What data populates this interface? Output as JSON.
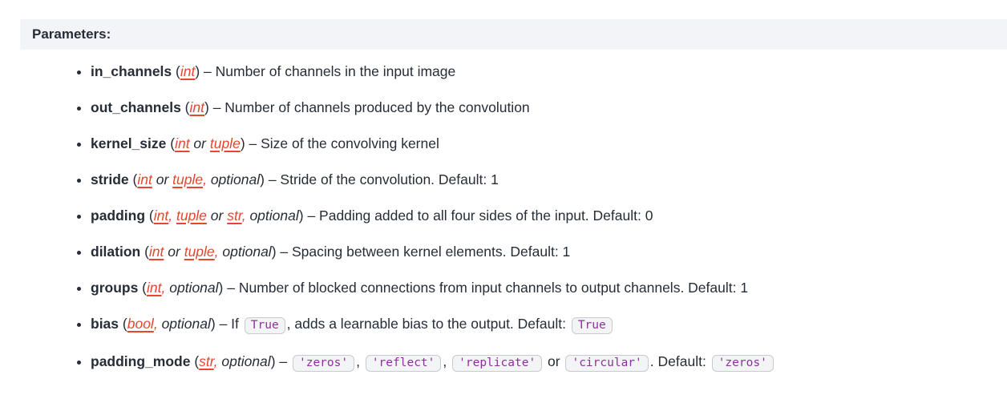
{
  "header": {
    "label": "Parameters:"
  },
  "colors": {
    "text": "#262d36",
    "link": "#e4472e",
    "code_text": "#8e2f9e",
    "code_bg": "#f3f4f6",
    "code_border": "#c8cacc",
    "header_bg": "#f3f4f7"
  },
  "parameters": [
    {
      "name": "in_channels",
      "segments": [
        [
          "b",
          "in_channels"
        ],
        [
          "t",
          " ("
        ],
        [
          "l",
          "int"
        ],
        [
          "t",
          ") – Number of channels in the input image"
        ]
      ]
    },
    {
      "name": "out_channels",
      "segments": [
        [
          "b",
          "out_channels"
        ],
        [
          "t",
          " ("
        ],
        [
          "l",
          "int"
        ],
        [
          "t",
          ") – Number of channels produced by the convolution"
        ]
      ]
    },
    {
      "name": "kernel_size",
      "segments": [
        [
          "b",
          "kernel_size"
        ],
        [
          "t",
          " ("
        ],
        [
          "l",
          "int"
        ],
        [
          "i",
          " or "
        ],
        [
          "l",
          "tuple"
        ],
        [
          "t",
          ") – Size of the convolving kernel"
        ]
      ]
    },
    {
      "name": "stride",
      "segments": [
        [
          "b",
          "stride"
        ],
        [
          "t",
          " ("
        ],
        [
          "l",
          "int"
        ],
        [
          "i",
          " or "
        ],
        [
          "l",
          "tuple"
        ],
        [
          "rc",
          ", "
        ],
        [
          "i",
          "optional"
        ],
        [
          "t",
          ") – Stride of the convolution. Default: 1"
        ]
      ]
    },
    {
      "name": "padding",
      "segments": [
        [
          "b",
          "padding"
        ],
        [
          "t",
          " ("
        ],
        [
          "l",
          "int"
        ],
        [
          "rc",
          ", "
        ],
        [
          "l",
          "tuple"
        ],
        [
          "i",
          " or "
        ],
        [
          "l",
          "str"
        ],
        [
          "rc",
          ", "
        ],
        [
          "i",
          "optional"
        ],
        [
          "t",
          ") – Padding added to all four sides of the input. Default: 0"
        ]
      ]
    },
    {
      "name": "dilation",
      "segments": [
        [
          "b",
          "dilation"
        ],
        [
          "t",
          " ("
        ],
        [
          "l",
          "int"
        ],
        [
          "i",
          " or "
        ],
        [
          "l",
          "tuple"
        ],
        [
          "rc",
          ", "
        ],
        [
          "i",
          "optional"
        ],
        [
          "t",
          ") – Spacing between kernel elements. Default: 1"
        ]
      ]
    },
    {
      "name": "groups",
      "segments": [
        [
          "b",
          "groups"
        ],
        [
          "t",
          " ("
        ],
        [
          "l",
          "int"
        ],
        [
          "rc",
          ", "
        ],
        [
          "i",
          "optional"
        ],
        [
          "t",
          ") – Number of blocked connections from input channels to output channels. Default: 1"
        ]
      ]
    },
    {
      "name": "bias",
      "segments": [
        [
          "b",
          "bias"
        ],
        [
          "t",
          " ("
        ],
        [
          "l",
          "bool"
        ],
        [
          "rc",
          ", "
        ],
        [
          "i",
          "optional"
        ],
        [
          "t",
          ") – If "
        ],
        [
          "c",
          "True"
        ],
        [
          "t",
          ", adds a learnable bias to the output. Default: "
        ],
        [
          "c",
          "True"
        ]
      ]
    },
    {
      "name": "padding_mode",
      "segments": [
        [
          "b",
          "padding_mode"
        ],
        [
          "t",
          " ("
        ],
        [
          "l",
          "str"
        ],
        [
          "rc",
          ", "
        ],
        [
          "i",
          "optional"
        ],
        [
          "t",
          ") – "
        ],
        [
          "c",
          "'zeros'"
        ],
        [
          "t",
          ", "
        ],
        [
          "c",
          "'reflect'"
        ],
        [
          "t",
          ", "
        ],
        [
          "c",
          "'replicate'"
        ],
        [
          "t",
          " or "
        ],
        [
          "c",
          "'circular'"
        ],
        [
          "t",
          ". Default: "
        ],
        [
          "c",
          "'zeros'"
        ]
      ]
    }
  ]
}
